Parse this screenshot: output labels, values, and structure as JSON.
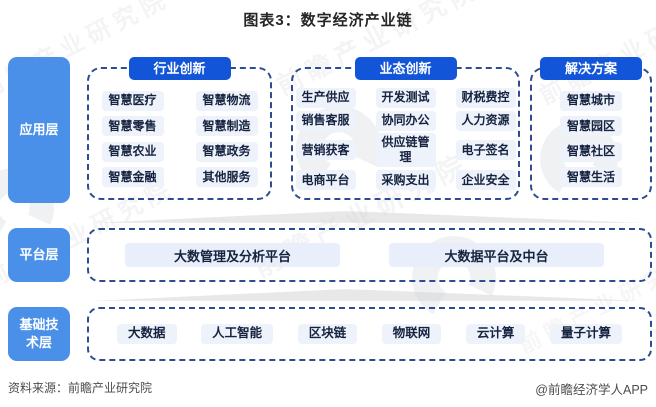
{
  "title": "图表3：数字经济产业链",
  "watermark": {
    "text": "前瞻产业研究院"
  },
  "layers": {
    "application": {
      "label": "应用层",
      "groups": [
        {
          "header": "行业创新",
          "items": [
            "智慧医疗",
            "智慧物流",
            "智慧零售",
            "智慧制造",
            "智慧农业",
            "智慧政务",
            "智慧金融",
            "其他服务"
          ]
        },
        {
          "header": "业态创新",
          "items": [
            "生产供应",
            "开发测试",
            "财税费控",
            "销售客服",
            "协同办公",
            "人力资源",
            "营销获客",
            "供应链管理",
            "电子签名",
            "电商平台",
            "采购支出",
            "企业安全"
          ]
        },
        {
          "header": "解决方案",
          "items": [
            "智慧城市",
            "智慧园区",
            "智慧社区",
            "智慧生活"
          ]
        }
      ]
    },
    "platform": {
      "label": "平台层",
      "items": [
        "大数管理及分析平台",
        "大数据平台及中台"
      ]
    },
    "base_tech": {
      "label": "基础技术层",
      "items": [
        "大数据",
        "人工智能",
        "区块链",
        "物联网",
        "云计算",
        "量子计算"
      ]
    }
  },
  "footer": {
    "source": "资料来源：前瞻产业研究院",
    "credit": "@前瞻经济学人APP"
  },
  "colors": {
    "header_pill_blue": "#1355d8",
    "layer_box_blue": "#4a90e8",
    "item_pill_bg": "#edf2fb",
    "wide_pill_bg": "#e8eefa",
    "dashed_border": "#2e4d8e",
    "item_text": "#16233f"
  }
}
